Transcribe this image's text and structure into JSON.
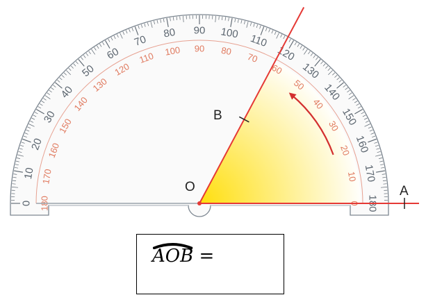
{
  "colors": {
    "scale_outer": "#5c6670",
    "scale_inner": "#e07a5f",
    "ray": "#e53935",
    "arrow": "#d32f2f",
    "wedge_start": "#ffdd00",
    "wedge_end": "#ffffff",
    "ink": "#222222"
  },
  "labels": {
    "vertex": "O",
    "point_a": "A",
    "point_b": "B"
  },
  "angle": {
    "ray_b_deg": 62
  },
  "scales": {
    "outer_ticks": [
      0,
      10,
      20,
      30,
      40,
      50,
      60,
      70,
      80,
      90,
      100,
      110,
      120,
      130,
      140,
      150,
      160,
      170,
      180
    ],
    "inner_ticks": [
      180,
      170,
      160,
      150,
      140,
      130,
      120,
      110,
      100,
      90,
      80,
      70,
      60,
      50,
      40,
      30,
      20,
      10,
      0
    ]
  },
  "answer": {
    "arc_label": "AOB",
    "equals": "="
  }
}
